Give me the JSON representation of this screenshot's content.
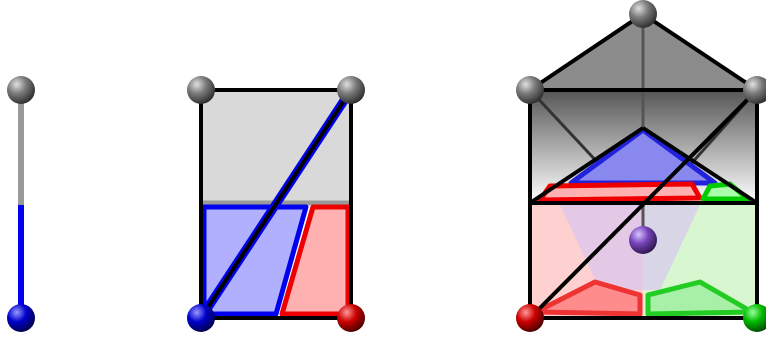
{
  "figure": {
    "panels": [
      {
        "name": "segment",
        "dimension": 1,
        "vertices": [
          "gray",
          "blue"
        ]
      },
      {
        "name": "square",
        "dimension": 2,
        "vertices": [
          "gray",
          "gray",
          "blue",
          "red"
        ]
      },
      {
        "name": "pentagonal-prism",
        "dimension": 3,
        "vertices": [
          "gray",
          "gray",
          "gray",
          "red",
          "green",
          "purple"
        ]
      }
    ],
    "colors": {
      "blue": "#0000ee",
      "red": "#ee0000",
      "green": "#00cc00",
      "purple": "#7744bb",
      "gray": "#777777",
      "edge": "#000000"
    }
  }
}
